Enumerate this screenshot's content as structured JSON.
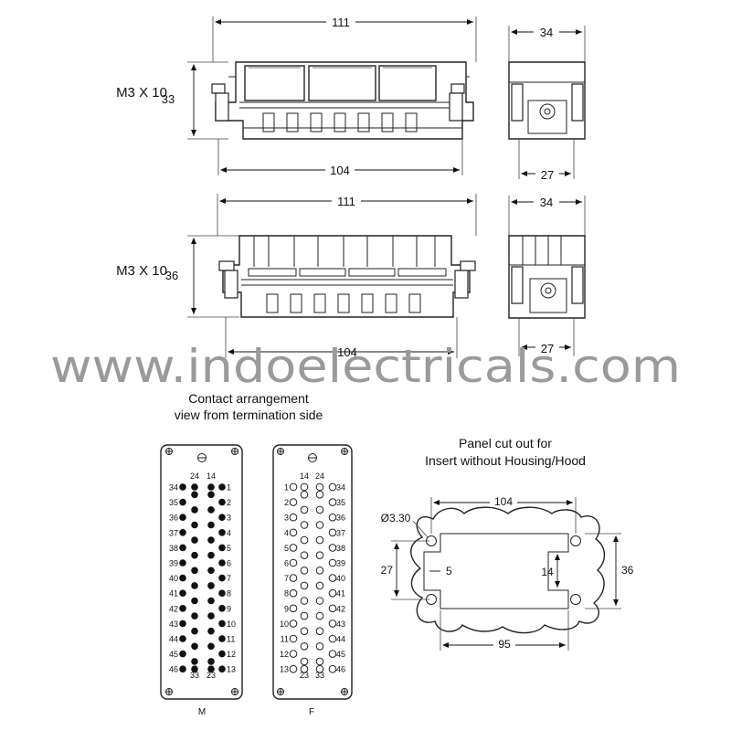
{
  "view1": {
    "width_label": "111",
    "height_label": "33",
    "screw_label": "M3 X 10",
    "base_label": "104",
    "side_width_label": "34",
    "side_base_label": "27"
  },
  "view2": {
    "width_label": "111",
    "height_label": "36",
    "screw_label": "M3 X 10",
    "base_label": "104",
    "side_width_label": "34",
    "side_base_label": "27"
  },
  "watermark": "www.indoelectricals.com",
  "contact": {
    "title_line1": "Contact arrangement",
    "title_line2": "view from termination side",
    "male_label": "M",
    "female_label": "F",
    "male": {
      "left_numbers": [
        "34",
        "35",
        "36",
        "37",
        "38",
        "39",
        "40",
        "41",
        "42",
        "43",
        "44",
        "45",
        "46"
      ],
      "right_numbers": [
        "1",
        "2",
        "3",
        "4",
        "5",
        "6",
        "7",
        "8",
        "9",
        "10",
        "11",
        "12",
        "13"
      ],
      "top_numbers": [
        "24",
        "14"
      ],
      "bottom_numbers": [
        "33",
        "23"
      ]
    },
    "female": {
      "left_numbers": [
        "1",
        "2",
        "3",
        "4",
        "5",
        "6",
        "7",
        "8",
        "9",
        "10",
        "11",
        "12",
        "13"
      ],
      "right_numbers": [
        "34",
        "35",
        "36",
        "37",
        "38",
        "39",
        "40",
        "41",
        "42",
        "43",
        "44",
        "45",
        "46"
      ],
      "top_numbers": [
        "14",
        "24"
      ],
      "bottom_numbers": [
        "23",
        "33"
      ]
    }
  },
  "panel": {
    "title_line1": "Panel cut out for",
    "title_line2": "Insert without Housing/Hood",
    "hole_label": "Ø3.30",
    "width_label": "104",
    "height_label": "36",
    "inner_height_label": "27",
    "notch_label": "5",
    "slot_label": "14",
    "base_label": "95"
  }
}
